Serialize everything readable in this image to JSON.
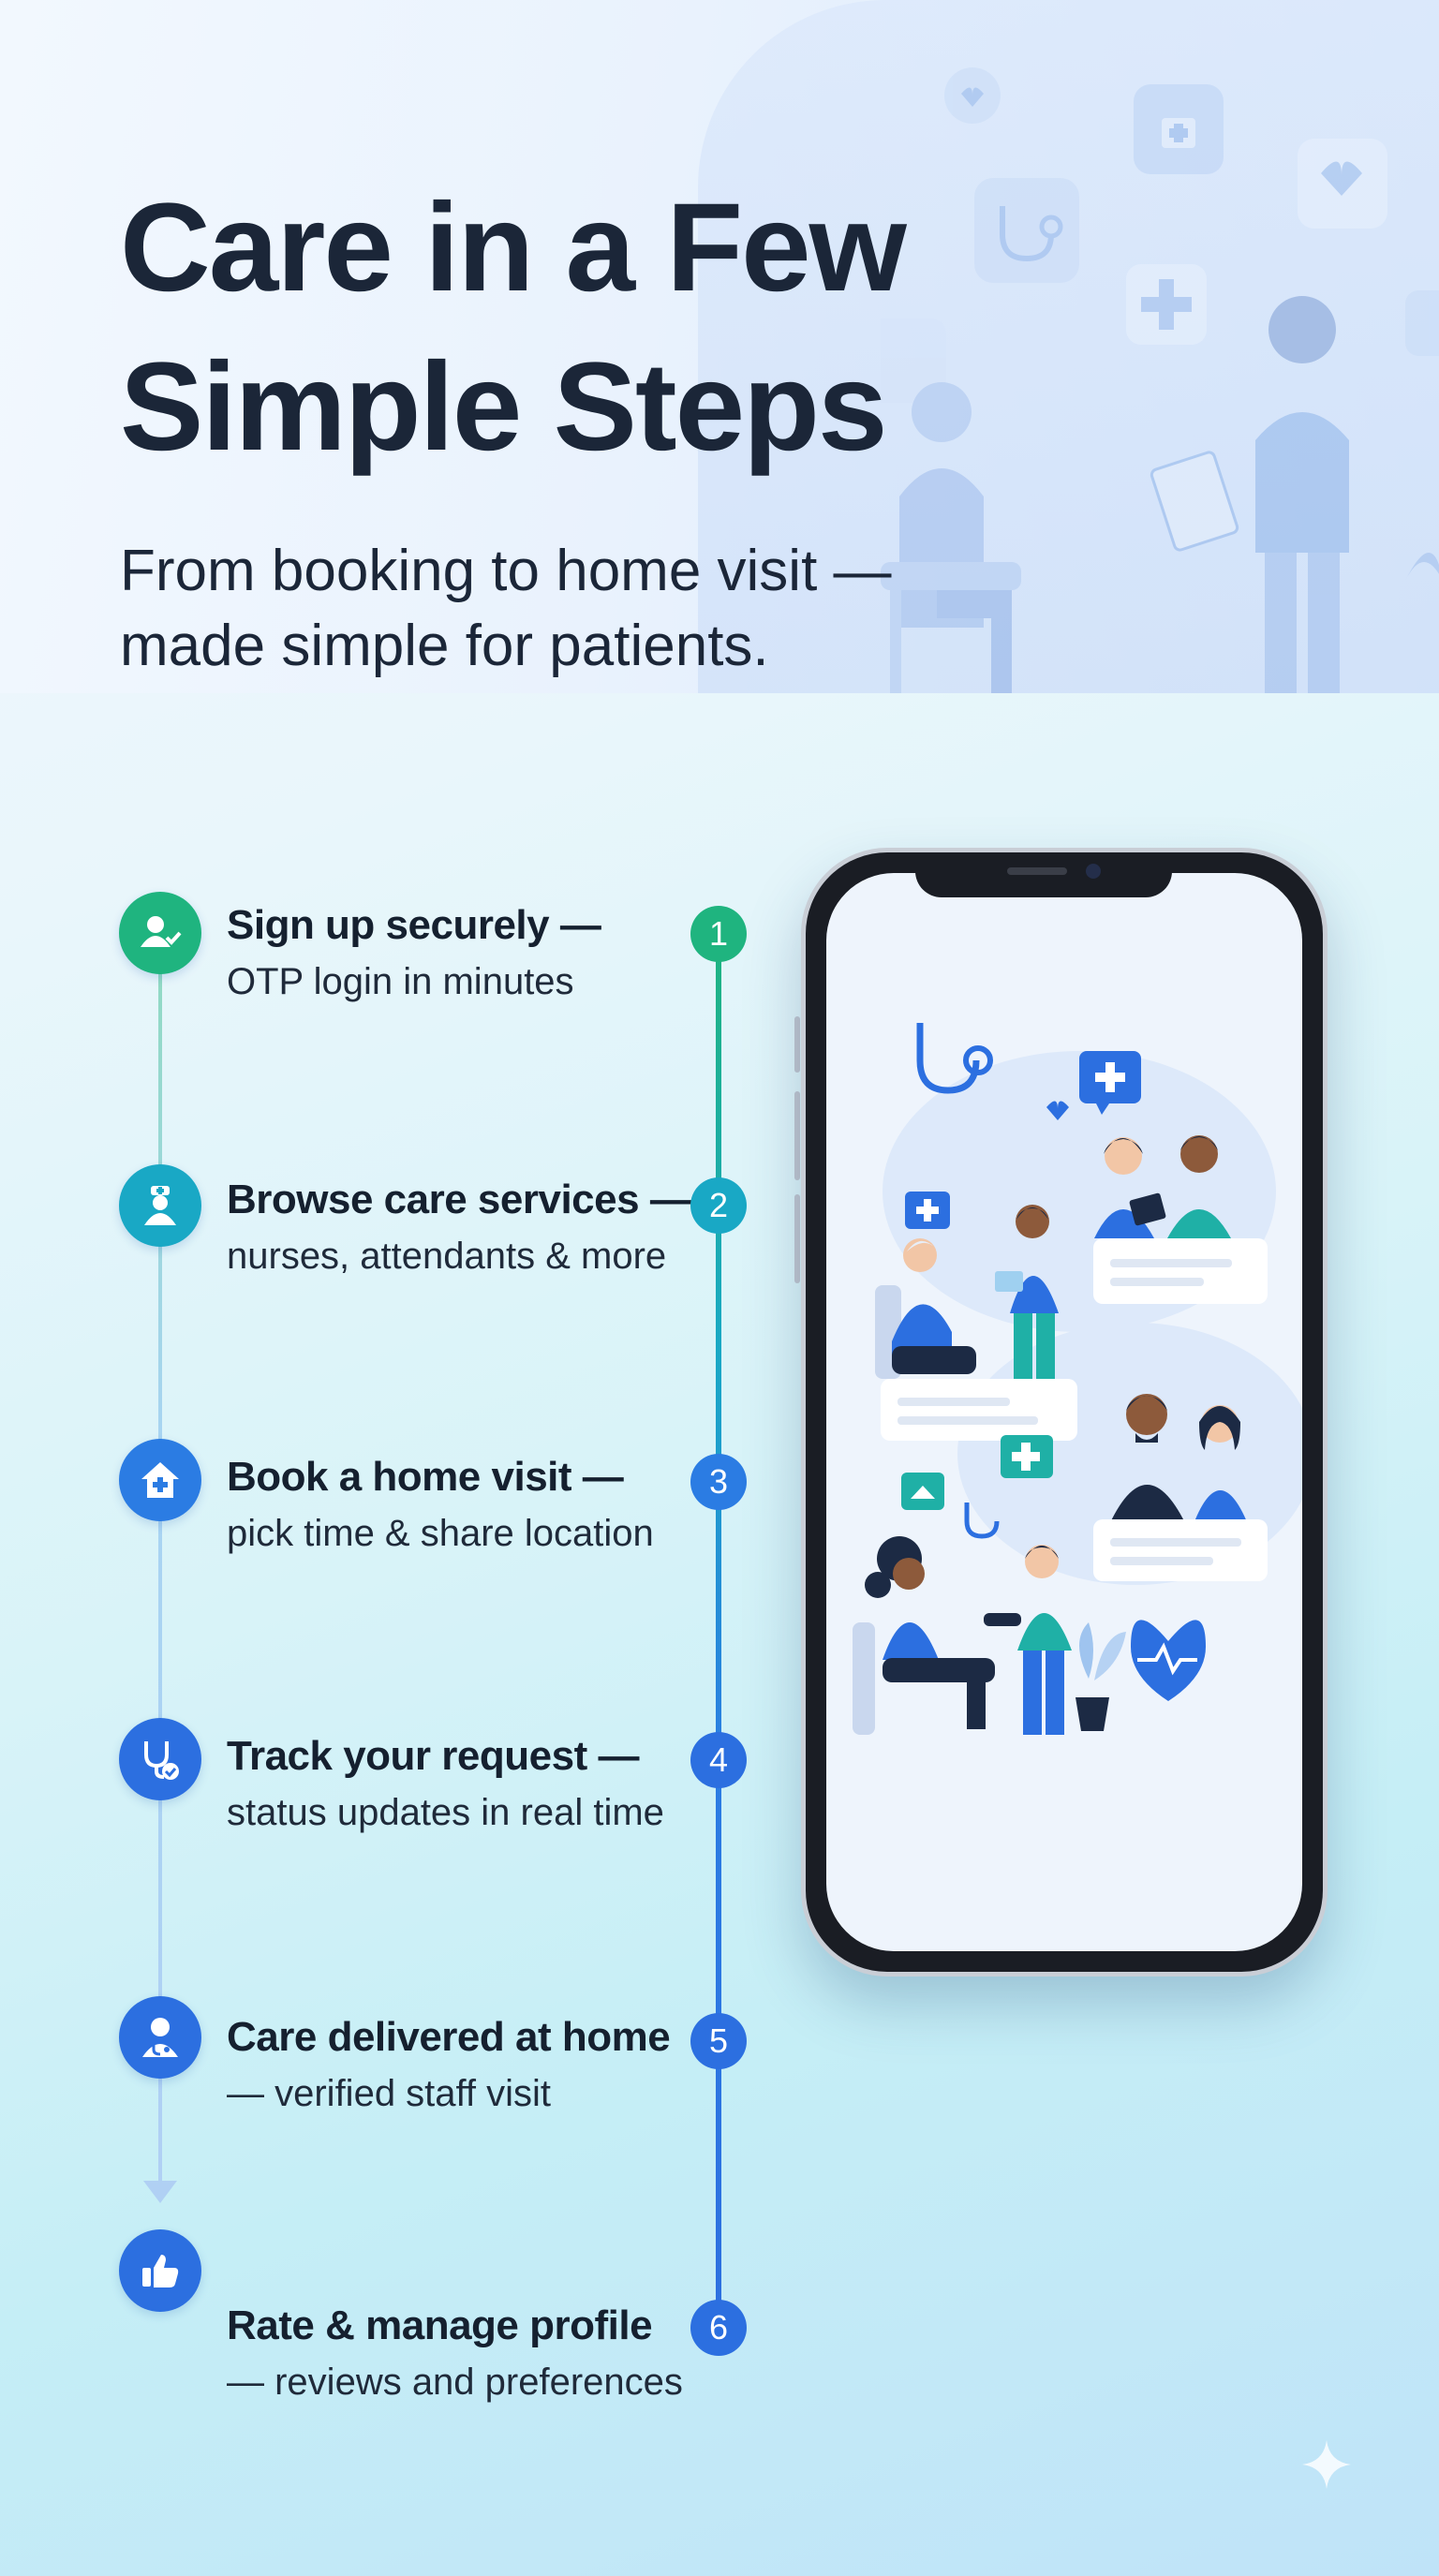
{
  "header": {
    "title": "Care in a Few Simple Steps",
    "subtitle": "From booking to home visit — made simple for patients."
  },
  "steps": [
    {
      "number": "1",
      "title": "Sign up securely —",
      "desc": "OTP login in minutes",
      "icon": "user-check-icon",
      "color": "#1fb47f"
    },
    {
      "number": "2",
      "title": "Browse care services —",
      "desc": "nurses, attendants & more",
      "icon": "nurse-icon",
      "color": "#19a8c5"
    },
    {
      "number": "3",
      "title": "Book a home visit —",
      "desc": "pick time & share location",
      "icon": "home-plus-icon",
      "color": "#2b7ce3"
    },
    {
      "number": "4",
      "title": "Track your request —",
      "desc": "status updates in real time",
      "icon": "stethoscope-check-icon",
      "color": "#2c6fe0"
    },
    {
      "number": "5",
      "title": "Care delivered at home",
      "desc": "— verified staff visit",
      "icon": "doctor-icon",
      "color": "#2c6fe0"
    },
    {
      "number": "6",
      "title": "Rate & manage profile",
      "desc": "— reviews and preferences",
      "icon": "thumbs-up-icon",
      "color": "#2c6fe0"
    }
  ],
  "colors": {
    "title": "#1b2638",
    "accent_green": "#1fb47f",
    "accent_teal": "#19a8c5",
    "accent_blue": "#2c6fe0"
  }
}
